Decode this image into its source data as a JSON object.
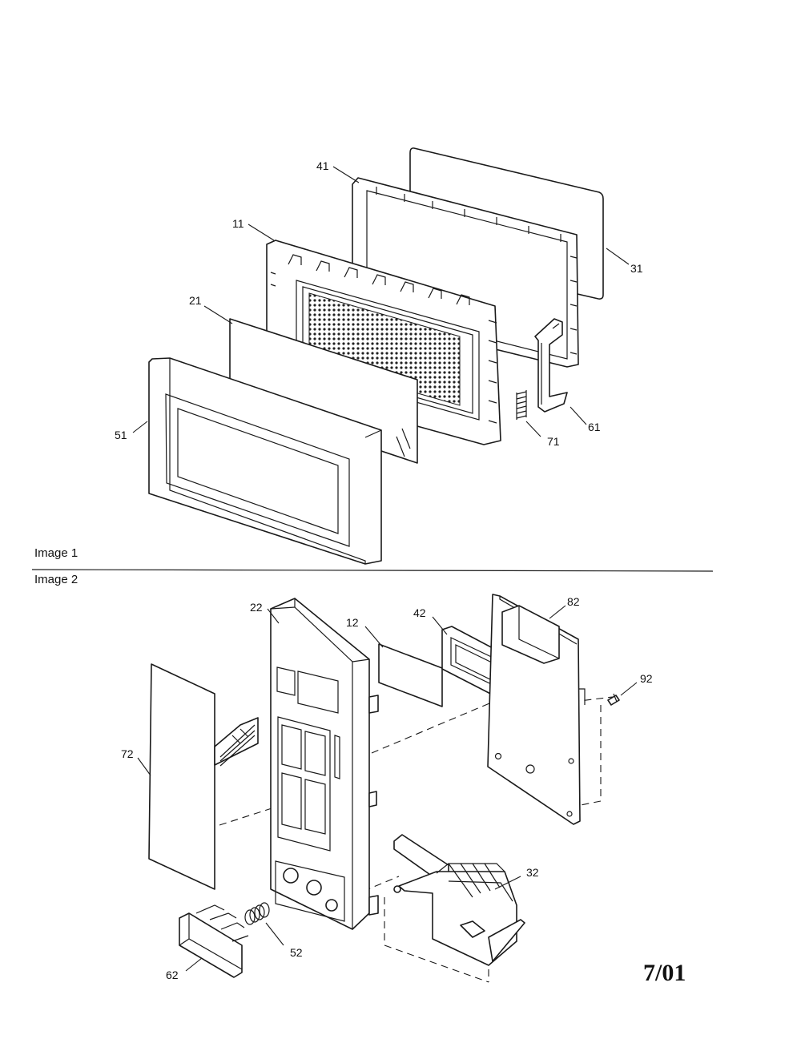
{
  "sections": {
    "image1_label": "Image 1",
    "image2_label": "Image 2"
  },
  "date_code": "7/01",
  "callouts": {
    "door_frame": "41",
    "door_inner": "11",
    "door_outer_panel": "31",
    "glass": "21",
    "door_front": "51",
    "hinge_latch": "61",
    "spring_door": "71",
    "control_panel": "22",
    "display_window": "12",
    "display_holder": "42",
    "pcb": "82",
    "screw": "92",
    "membrane_keypad": "72",
    "door_release_lever": "32",
    "spring_button": "52",
    "push_button": "62"
  },
  "colors": {
    "line": "#1a1a1a",
    "background": "#ffffff"
  }
}
